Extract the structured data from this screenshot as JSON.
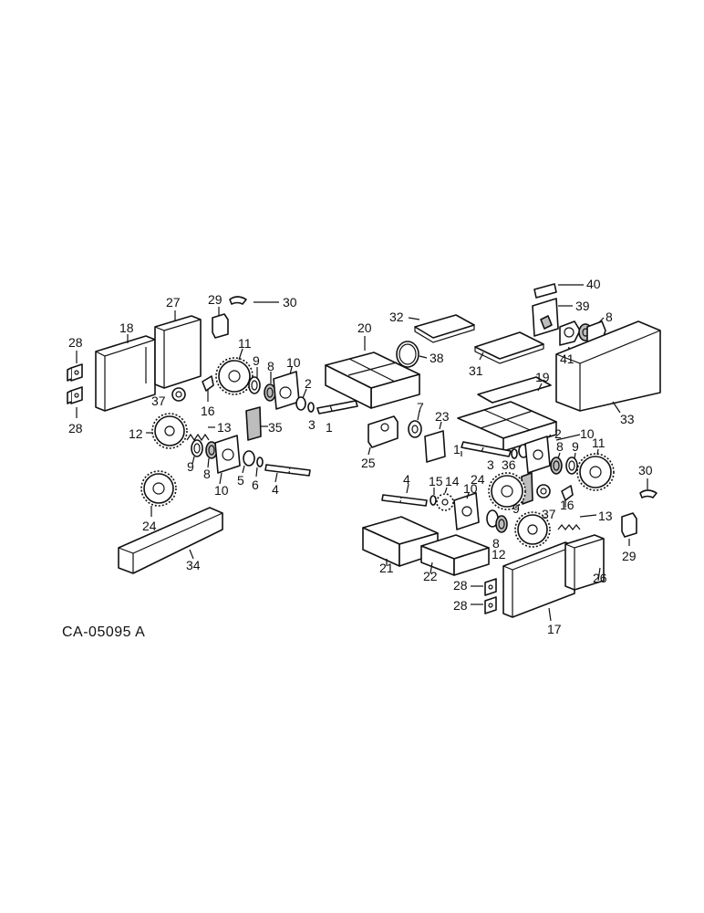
{
  "drawing_code": "CA-05095 A",
  "callouts": {
    "c28a": "28",
    "c28b": "28",
    "c18": "18",
    "c27": "27",
    "c29a": "29",
    "c30a": "30",
    "c11a": "11",
    "c9a": "9",
    "c8a": "8",
    "c10a": "10",
    "c2a": "2",
    "c3a": "3",
    "c1a": "1",
    "c37a": "37",
    "c16a": "16",
    "c12a": "12",
    "c13a": "13",
    "c35": "35",
    "c9b": "9",
    "c8b": "8",
    "c10b": "10",
    "c5": "5",
    "c6": "6",
    "c4a": "4",
    "c24a": "24",
    "c34": "34",
    "c32": "32",
    "c20": "20",
    "c38": "38",
    "c7": "7",
    "c23": "23",
    "c25": "25",
    "c31": "31",
    "c40": "40",
    "c39": "39",
    "c8c": "8",
    "c41": "41",
    "c33": "33",
    "c19": "19",
    "c2b": "2",
    "c10c": "10",
    "c1b": "1",
    "c3b": "3",
    "c36": "36",
    "c8d": "8",
    "c9c": "9",
    "c11b": "11",
    "c24b": "24",
    "c4b": "4",
    "c15": "15",
    "c14": "14",
    "c10d": "10",
    "c9d": "9",
    "c8e": "8",
    "c12b": "12",
    "c37b": "37",
    "c16b": "16",
    "c13b": "13",
    "c30b": "30",
    "c29b": "29",
    "c21": "21",
    "c22": "22",
    "c28c": "28",
    "c28d": "28",
    "c17": "17",
    "c26": "26"
  },
  "icons": [
    "sprocket-icon",
    "bearing-icon",
    "shaft-icon",
    "shield-icon",
    "bracket-icon",
    "plate-icon"
  ]
}
